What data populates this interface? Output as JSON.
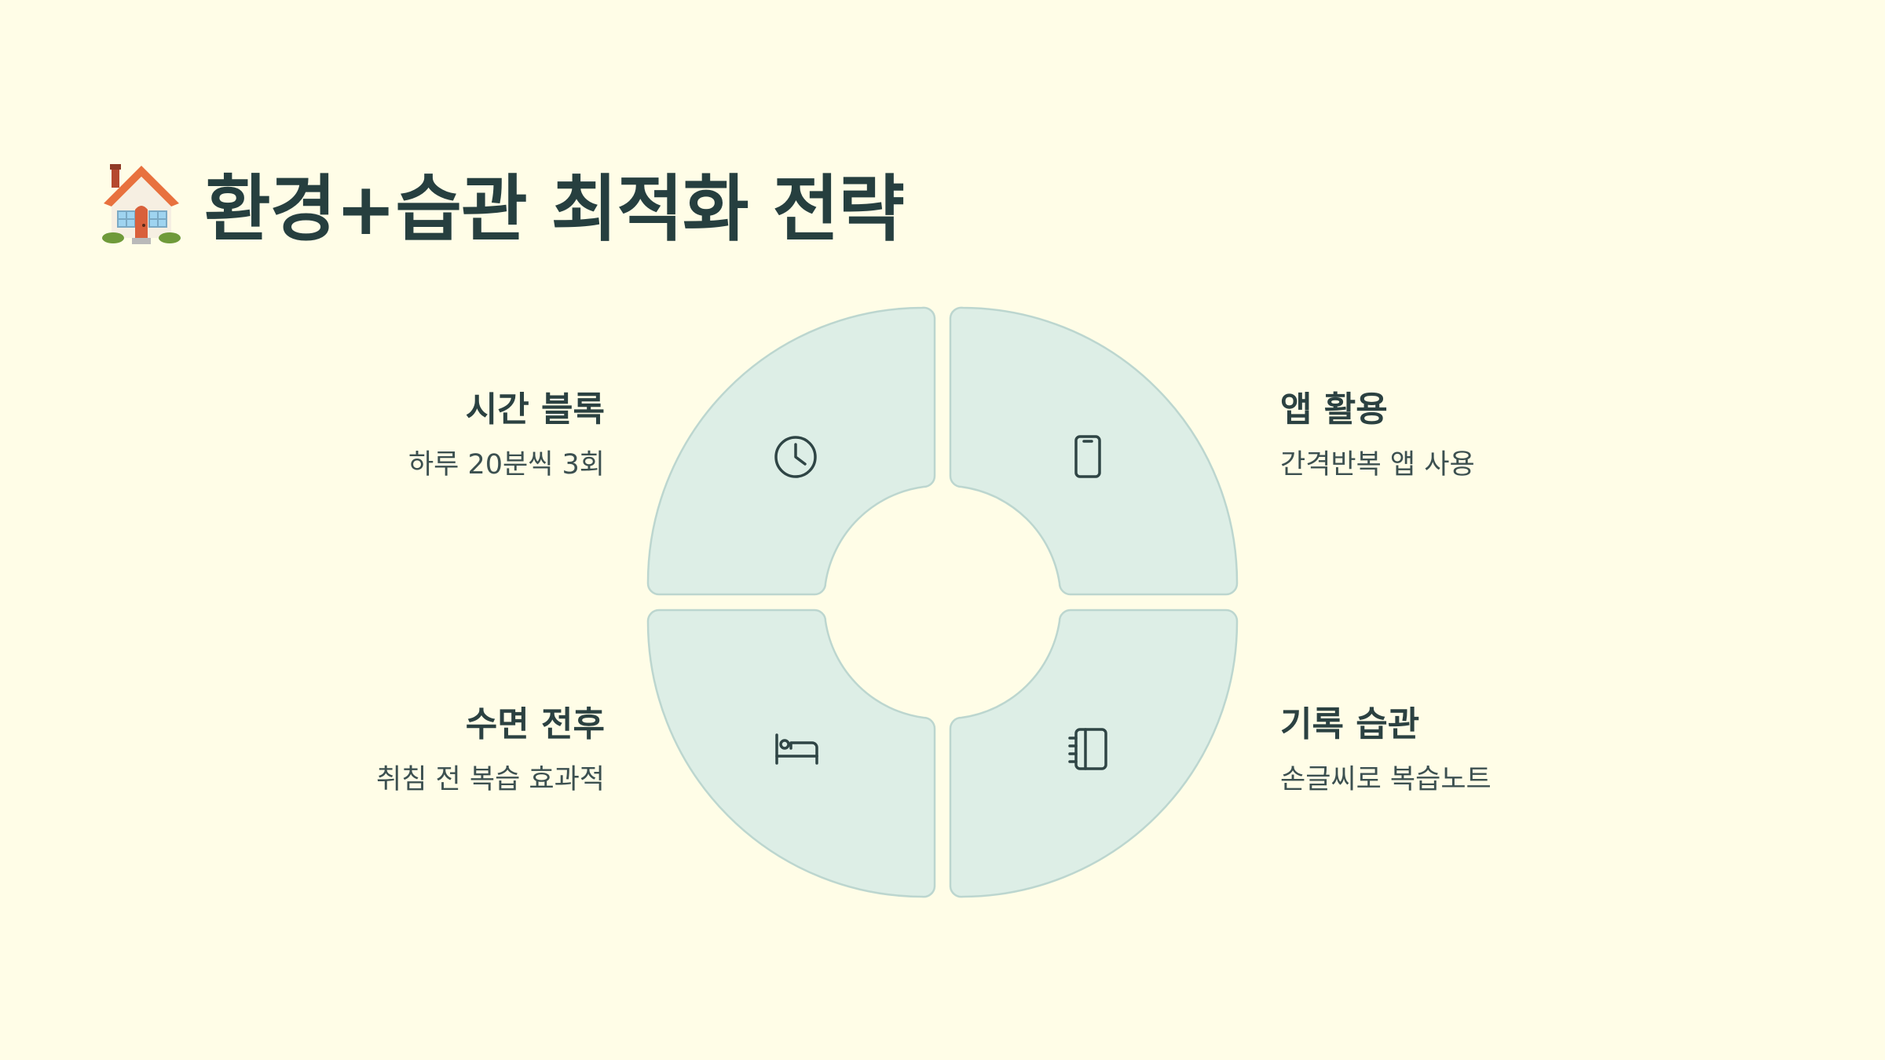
{
  "title": {
    "icon": "house-emoji-icon",
    "text": "환경+습관 최적화 전략"
  },
  "colors": {
    "background": "#fffde7",
    "segment_fill": "#ddeee6",
    "segment_stroke": "#bcd6cf",
    "text_dark": "#263f3f"
  },
  "segments": [
    {
      "position": "top-left",
      "icon": "clock-icon",
      "heading": "시간 블록",
      "description": "하루 20분씩 3회"
    },
    {
      "position": "top-right",
      "icon": "smartphone-icon",
      "heading": "앱 활용",
      "description": "간격반복 앱 사용"
    },
    {
      "position": "bottom-left",
      "icon": "bed-icon",
      "heading": "수면 전후",
      "description": "취침 전 복습 효과적"
    },
    {
      "position": "bottom-right",
      "icon": "notebook-icon",
      "heading": "기록 습관",
      "description": "손글씨로 복습노트"
    }
  ]
}
